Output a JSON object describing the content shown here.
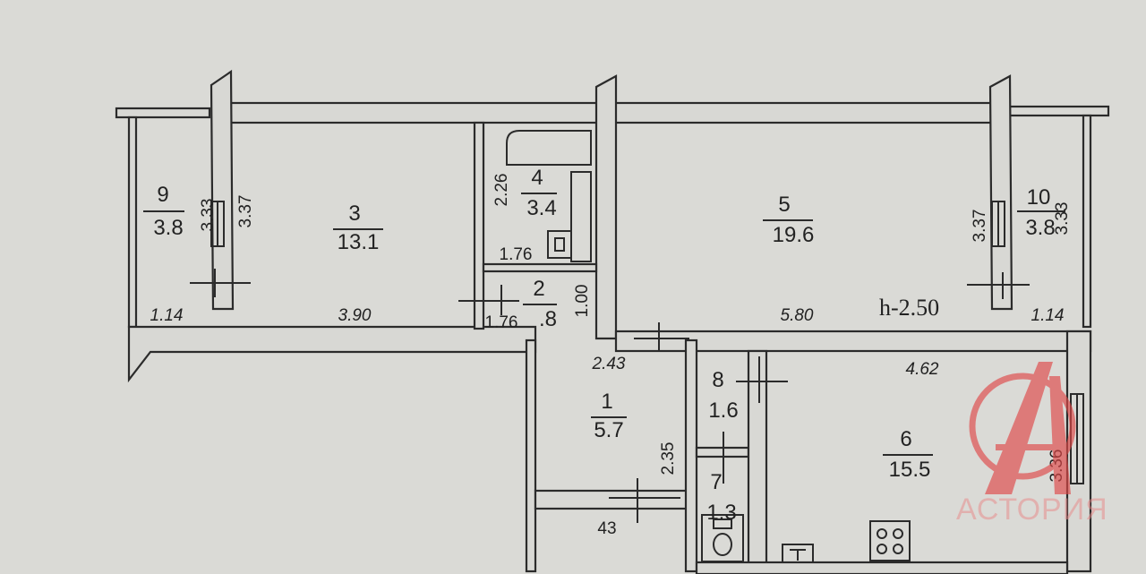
{
  "rooms": [
    {
      "id": "9",
      "num": "9",
      "area": "3.8"
    },
    {
      "id": "3",
      "num": "3",
      "area": "13.1"
    },
    {
      "id": "4",
      "num": "4",
      "area": "3.4"
    },
    {
      "id": "2",
      "num": "2",
      "area": ".8"
    },
    {
      "id": "5",
      "num": "5",
      "area": "19.6"
    },
    {
      "id": "10",
      "num": "10",
      "area": "3.8"
    },
    {
      "id": "1",
      "num": "1",
      "area": "5.7"
    },
    {
      "id": "8",
      "num": "8",
      "area": "1.6"
    },
    {
      "id": "7",
      "num": "7",
      "area": "1.3"
    },
    {
      "id": "6",
      "num": "6",
      "area": "15.5"
    }
  ],
  "dimensions": {
    "d_3_33_left": "3.33",
    "d_3_37_left": "3.37",
    "d_1_14_left": "1.14",
    "d_3_90": "3.90",
    "d_2_26": "2.26",
    "d_1_76_top": "1.76",
    "d_1_76_bottom": "1.76",
    "d_1_00": "1.00",
    "d_5_80": "5.80",
    "d_3_37_right": "3.37",
    "d_3_33_right": "3.33",
    "d_1_14_right": "1.14",
    "d_2_43": "2.43",
    "d_2_35": "2.35",
    "d_4_62": "4.62",
    "d_3_36": "3.36",
    "d_43": "43"
  },
  "ceiling_height": "h-2.50",
  "watermark": {
    "brand": "АСТОРИЯ",
    "color": "#e04848"
  }
}
